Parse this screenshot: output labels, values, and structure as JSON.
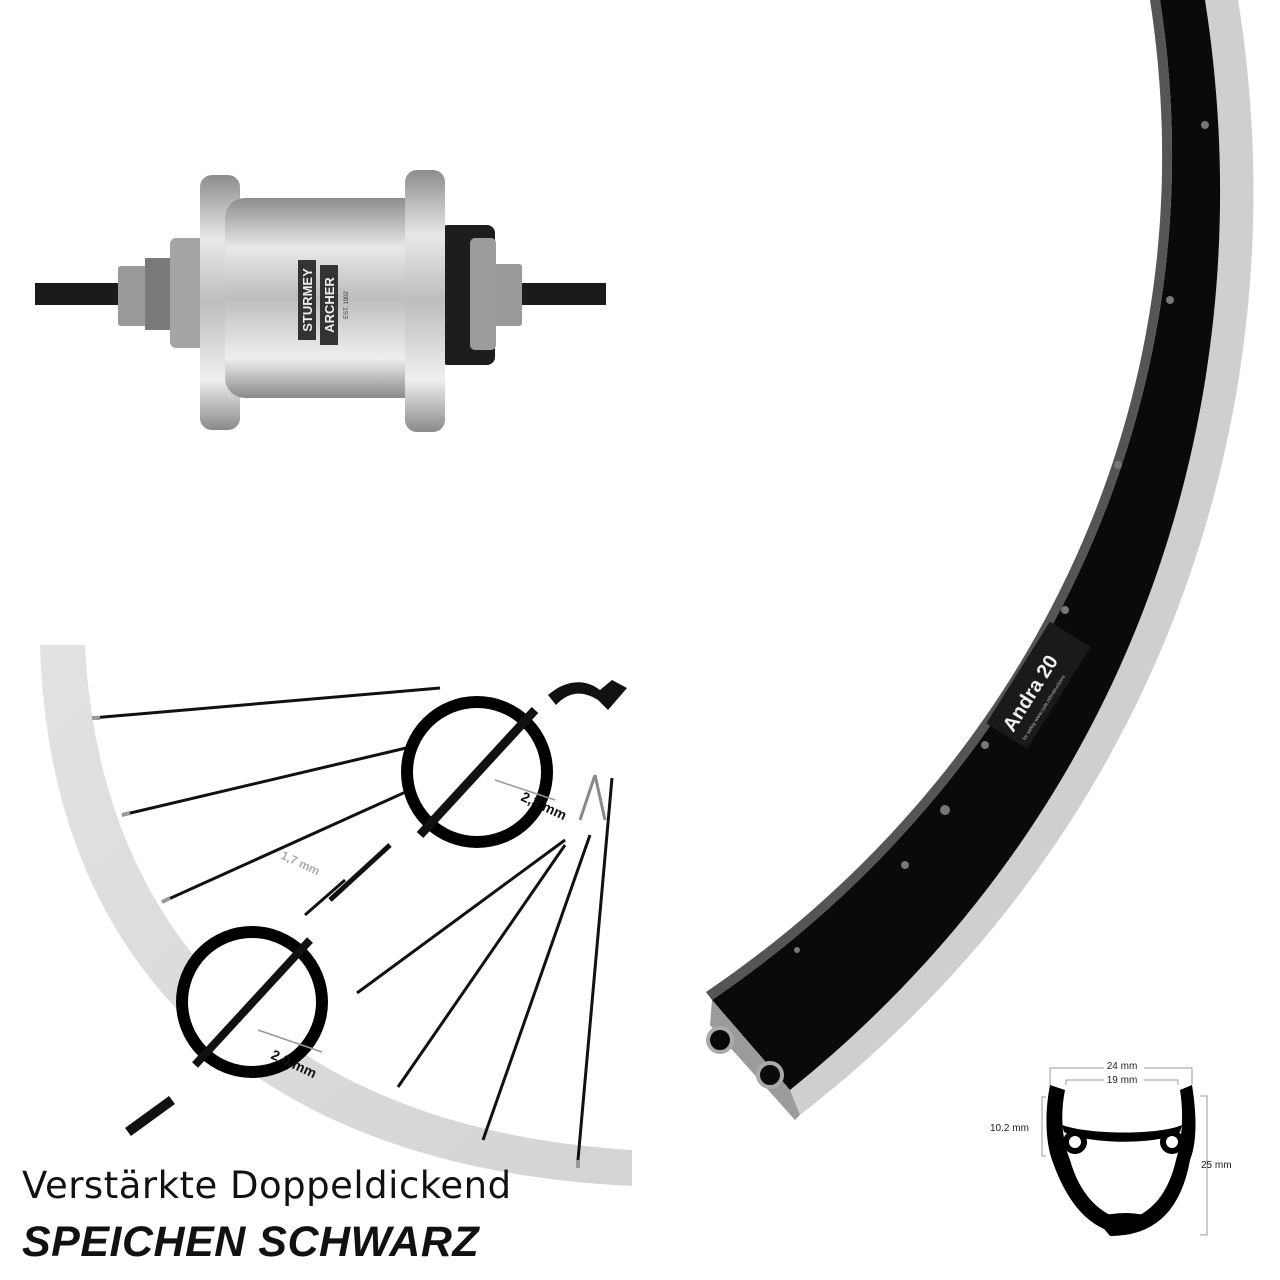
{
  "hub": {
    "brand_line1": "STURMEY",
    "brand_line2": "ARCHER",
    "est": "EST. 1902"
  },
  "rim": {
    "model": "Andra 20",
    "sticker_small": "for safety www.ryde.nl/instructions"
  },
  "spoke_diagram": {
    "label_thick": "2,3 mm",
    "label_thin": "1,7 mm",
    "label_end": "2,0 mm"
  },
  "rim_profile": {
    "outer_width": "24 mm",
    "inner_width": "19 mm",
    "flange_height": "10.2 mm",
    "height": "25 mm"
  },
  "headline": {
    "line1": "Verstärkte Doppeldickend",
    "line2": "SPEICHEN SCHWARZ"
  },
  "colors": {
    "rim_black": "#0a0a0a",
    "silver": "#c8c8c8",
    "hub_silver": "#b9b9b9"
  }
}
